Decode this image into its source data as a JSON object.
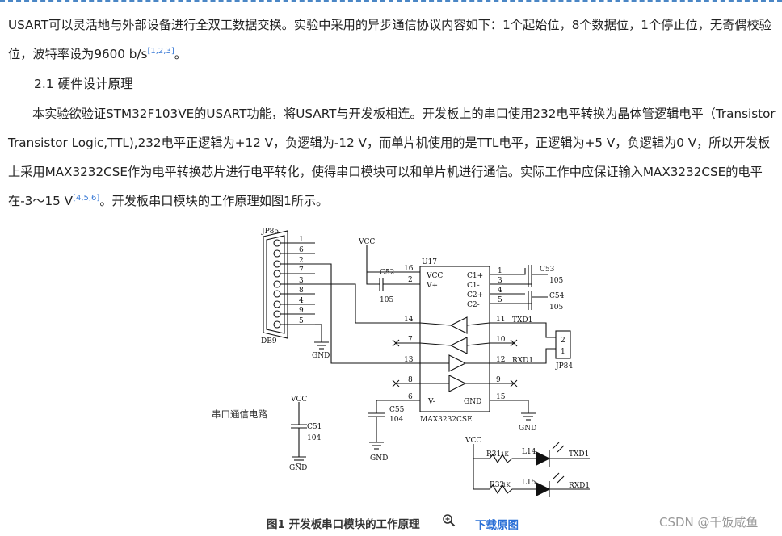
{
  "article": {
    "p1_text": "USART可以灵活地与外部设备进行全双工数据交换。实验中采用的异步通信协议内容如下：1个起始位，8个数据位，1个停止位，无奇偶校验位，波特率设为9600 b/s",
    "p1_cite": "[1,2,3]",
    "p1_end": "。",
    "heading": "2.1 硬件设计原理",
    "p2_text": "本实验欲验证STM32F103VE的USART功能，将USART与开发板相连。开发板上的串口使用232电平转换为晶体管逻辑电平（Transistor Transistor Logic,TTL),232电平正逻辑为+12 V，负逻辑为-12 V，而单片机使用的是TTL电平，正逻辑为+5 V，负逻辑为0 V，所以开发板上采用MAX3232CSE作为电平转换芯片进行电平转化，使得串口模块可以和单片机进行通信。实际工作中应保证输入MAX3232CSE的电平在-3～15 V",
    "p2_cite": "[4,5,6]",
    "p2_end": "。开发板串口模块的工作原理如图1所示。"
  },
  "figure": {
    "caption": "图1 开发板串口模块的工作原理",
    "view_original": "下载原图",
    "watermark": "CSDN @千饭咸鱼",
    "zoom_icon": "magnifier-plus-icon",
    "schematic": {
      "connector_name": "JP85",
      "connector_type": "DB9",
      "db9_pins": [
        "1",
        "6",
        "2",
        "7",
        "3",
        "8",
        "4",
        "9",
        "5"
      ],
      "chip_name": "U17",
      "chip_part": "MAX3232CSE",
      "chip_pins_left": [
        "VCC",
        "V+"
      ],
      "chip_pins_right": [
        "C1+",
        "C1-",
        "C2+",
        "C2-"
      ],
      "chip_vminus": "V-",
      "chip_gnd": "GND",
      "pin_numbers": [
        "16",
        "2",
        "1",
        "3",
        "4",
        "5",
        "14",
        "11",
        "7",
        "10",
        "13",
        "12",
        "8",
        "9",
        "6",
        "15"
      ],
      "signals": [
        "TXD1",
        "RXD1"
      ],
      "caps": [
        {
          "name": "C52",
          "value": "105"
        },
        {
          "name": "C53",
          "value": "105"
        },
        {
          "name": "C54",
          "value": "105"
        },
        {
          "name": "C55",
          "value": "104"
        },
        {
          "name": "C51",
          "value": "104"
        }
      ],
      "header_name": "JP84",
      "header_pins": [
        "2",
        "1"
      ],
      "vcc": "VCC",
      "gnd": "GND",
      "handwritten_note": "串口通信电路",
      "leds": [
        {
          "resistor": "R31",
          "res_value": "1K",
          "led": "L14",
          "signal": "TXD1"
        },
        {
          "resistor": "R32",
          "res_value": "1K",
          "led": "L15",
          "signal": "RXD1"
        }
      ]
    }
  }
}
